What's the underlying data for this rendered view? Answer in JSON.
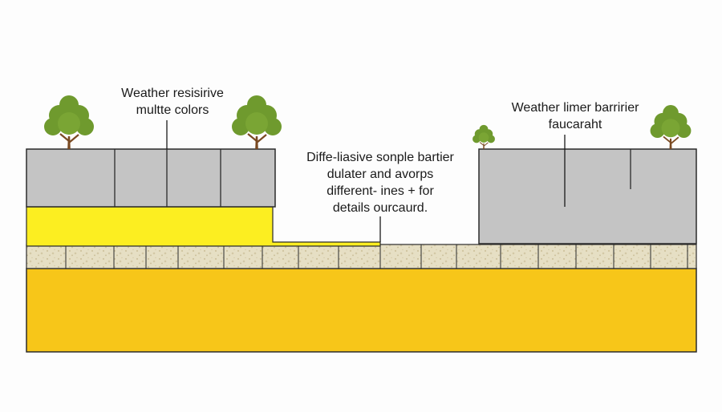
{
  "labels": {
    "left": [
      "Weather resisirive",
      "multte colors"
    ],
    "middle": [
      "Diffe-liasive sonple bartier",
      "dulater and avorps",
      "different- ines + for",
      "details ourcaurd."
    ],
    "right": [
      "Weather limer barririer",
      "faucaraht"
    ]
  },
  "colors": {
    "background": "#fdfdfd",
    "stone_gray": "#c4c4c4",
    "outline": "#2b2b2b",
    "yellow_bright": "#fcee21",
    "yellow_base": "#f7c619",
    "gravel": "#e6dfc4",
    "foliage": "#6f9a2e",
    "trunk": "#7a4a22"
  },
  "icons": [
    "tree-icon",
    "small-tree-icon"
  ]
}
